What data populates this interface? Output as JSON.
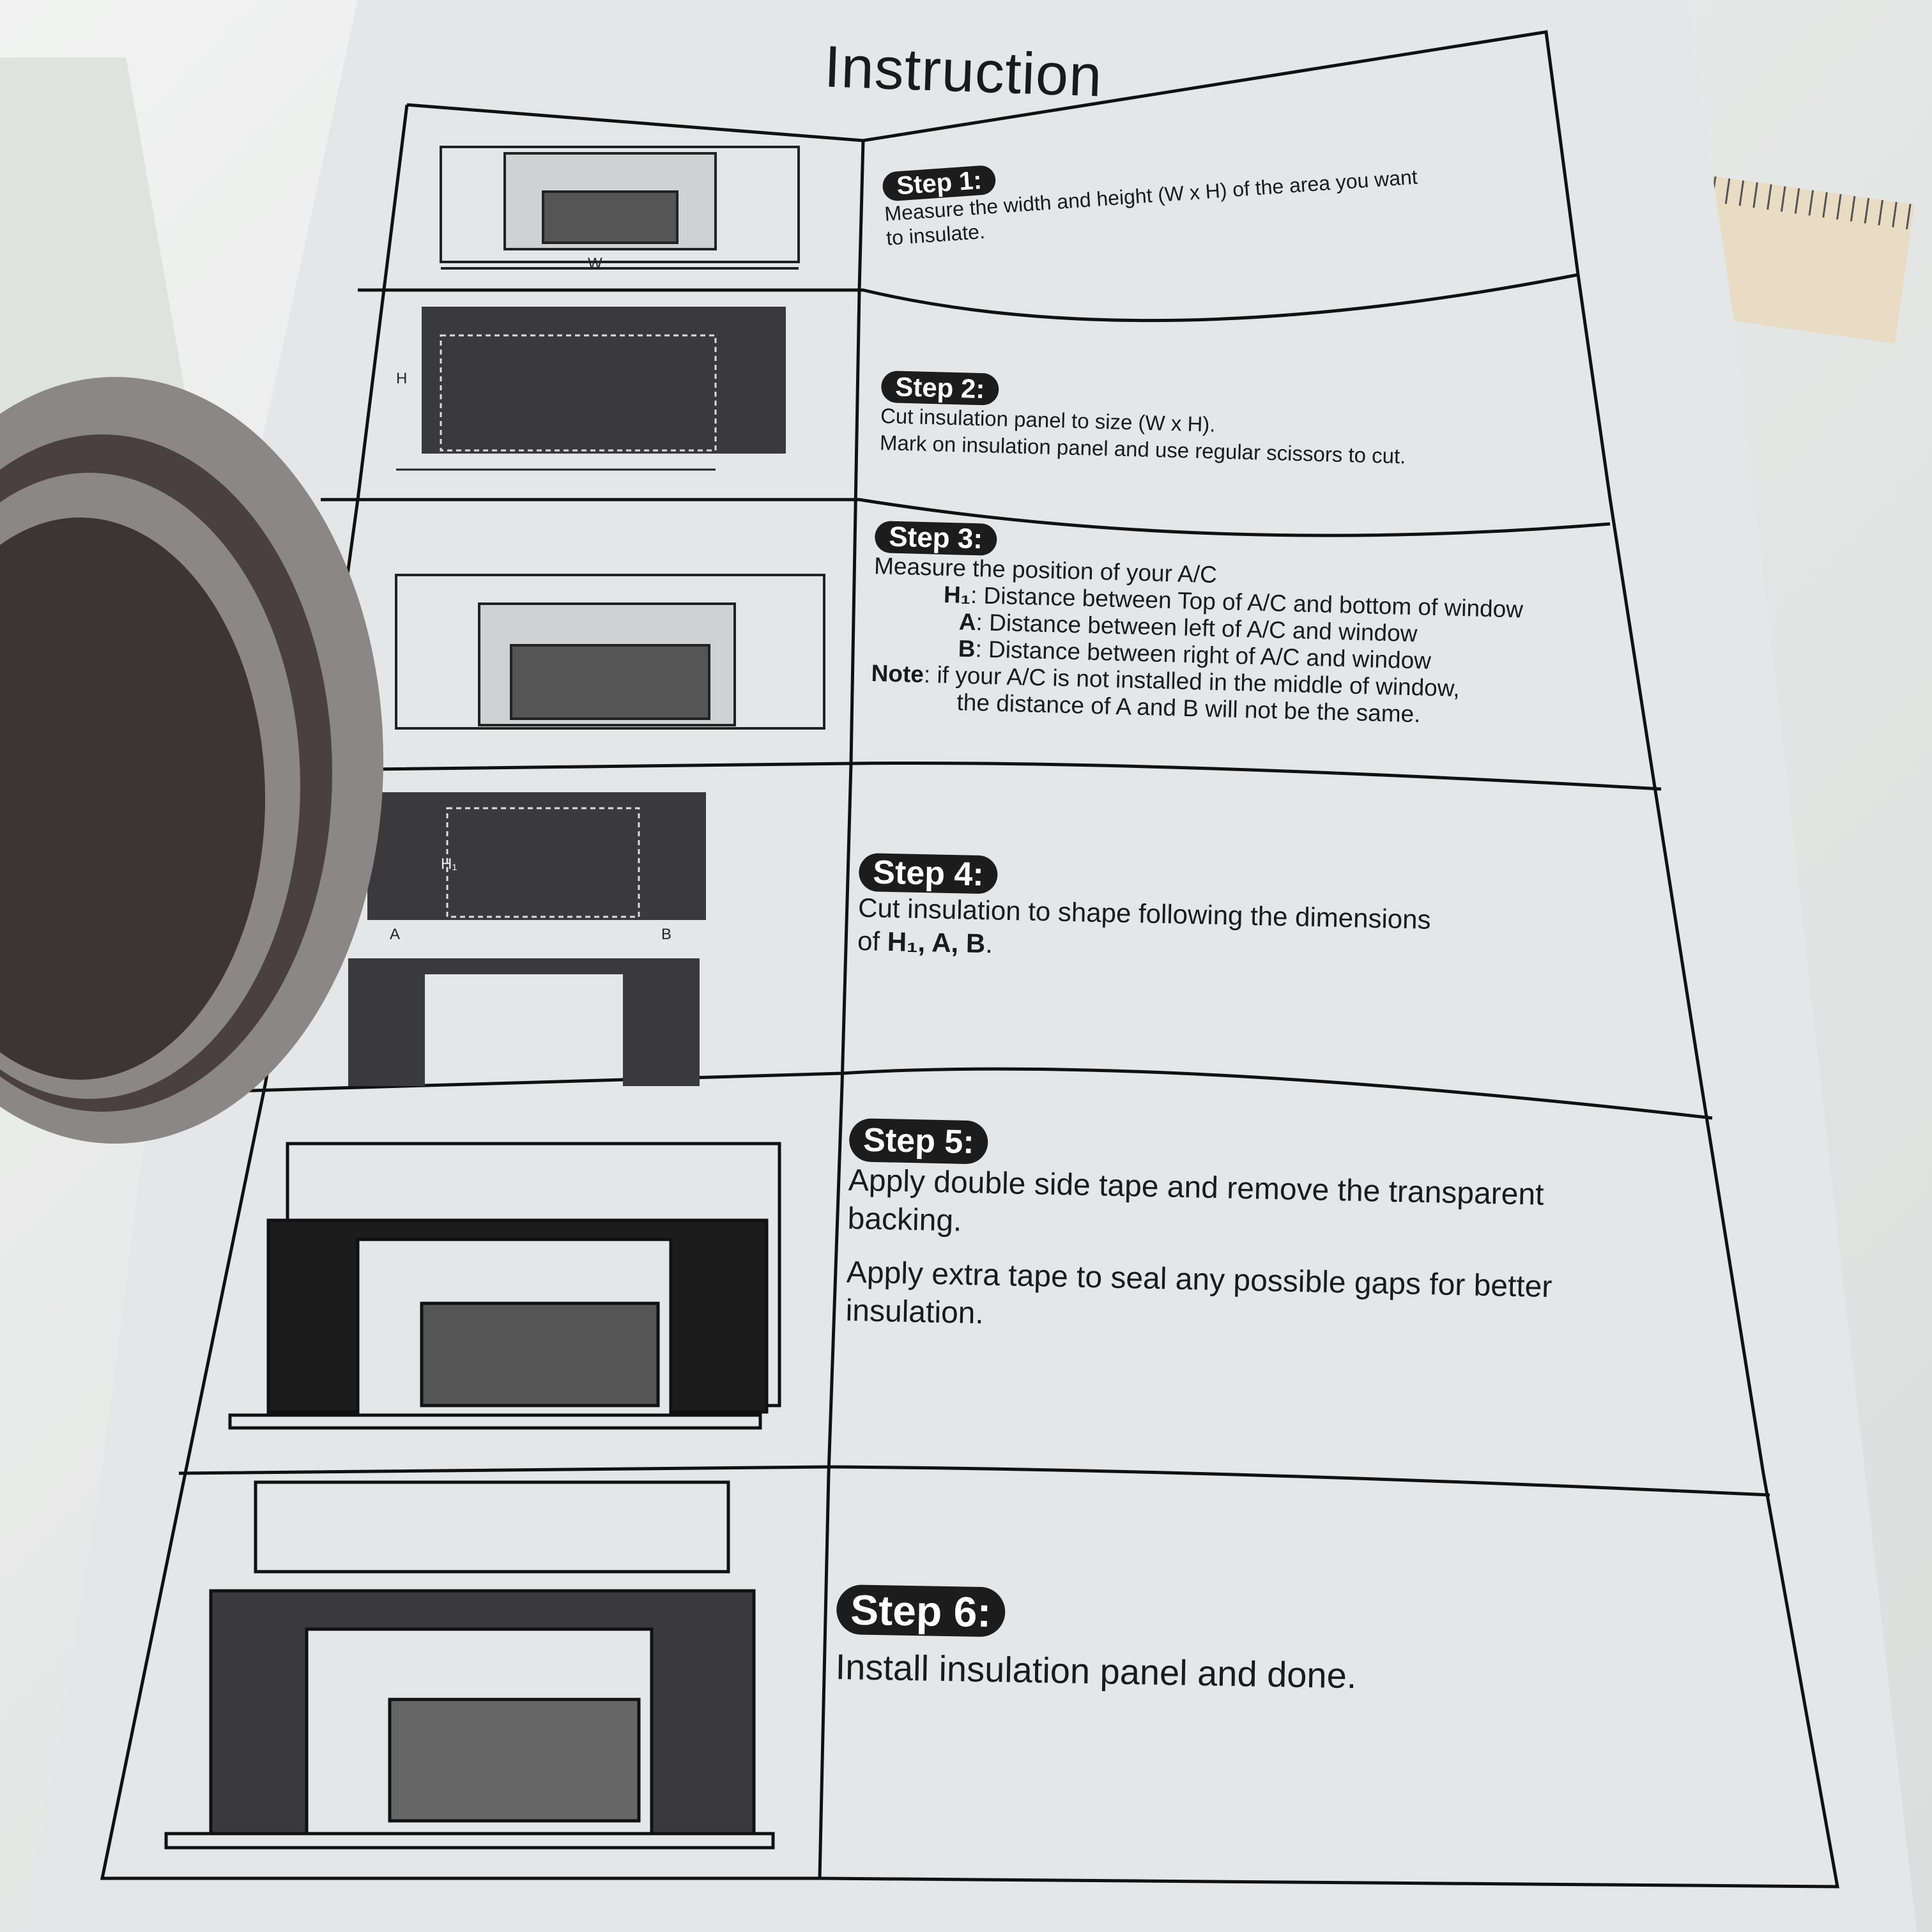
{
  "title": "Instruction",
  "steps": [
    {
      "label": "Step 1:",
      "lines": [
        "Measure the width and height (W x H) of the area you want",
        "to insulate."
      ]
    },
    {
      "label": "Step 2:",
      "lines": [
        "Cut insulation panel to size (W x H).",
        "Mark on insulation panel and use regular scissors to cut."
      ]
    },
    {
      "label": "Step 3:",
      "intro": "Measure the position of your A/C",
      "defs": [
        {
          "key": "H₁",
          "text": ": Distance between Top of A/C and bottom of window"
        },
        {
          "key": "A",
          "text": ": Distance between left of A/C and window"
        },
        {
          "key": "B",
          "text": ": Distance between right of A/C and window"
        }
      ],
      "note_key": "Note",
      "note_lines": [
        ": if your A/C is not installed in the middle of window,",
        "the distance of A and B will not be the same."
      ]
    },
    {
      "label": "Step 4:",
      "lines": [
        "Cut insulation to shape following the dimensions"
      ],
      "dims_prefix": "of ",
      "dims": "H₁, A, B",
      "dims_suffix": "."
    },
    {
      "label": "Step 5:",
      "lines": [
        "Apply double side tape and remove the transparent",
        "backing.",
        "Apply extra tape to seal any possible gaps for better",
        "insulation."
      ]
    },
    {
      "label": "Step 6:",
      "lines": [
        "Install insulation panel and done."
      ]
    }
  ],
  "diagram_labels": {
    "w": "W",
    "h": "H",
    "h1": "H₁",
    "a": "A",
    "b": "B"
  },
  "colors": {
    "paper": "#e4e6e8",
    "ink": "#1a1a1a",
    "foam_outer": "#8a8786",
    "foam_inner": "#3d3434"
  }
}
